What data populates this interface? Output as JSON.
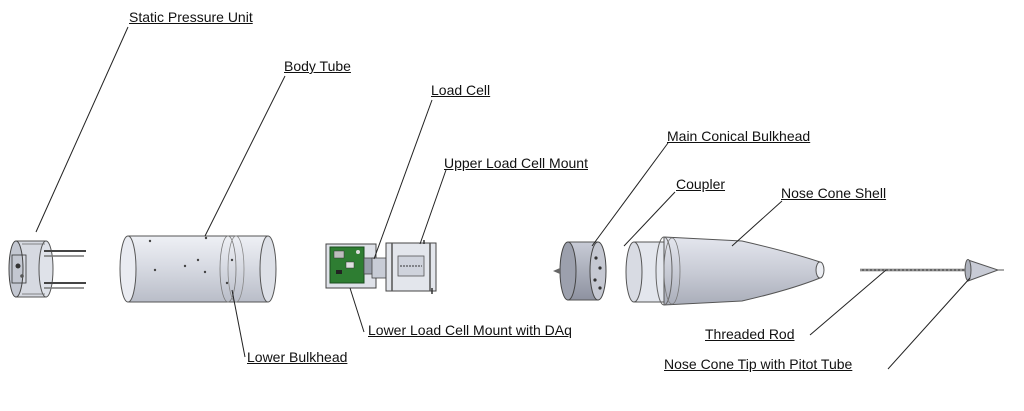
{
  "labels": {
    "static_pressure_unit": "Static Pressure Unit",
    "body_tube": "Body Tube",
    "load_cell": "Load Cell",
    "main_conical_bulkhead": "Main Conical Bulkhead",
    "upper_load_cell_mount": "Upper Load Cell Mount",
    "coupler": "Coupler",
    "nose_cone_shell": "Nose Cone Shell",
    "lower_load_cell_mount": "Lower Load Cell Mount with DAq",
    "threaded_rod": "Threaded Rod",
    "lower_bulkhead": "Lower Bulkhead",
    "nose_cone_tip": "Nose Cone Tip with Pitot Tube"
  }
}
